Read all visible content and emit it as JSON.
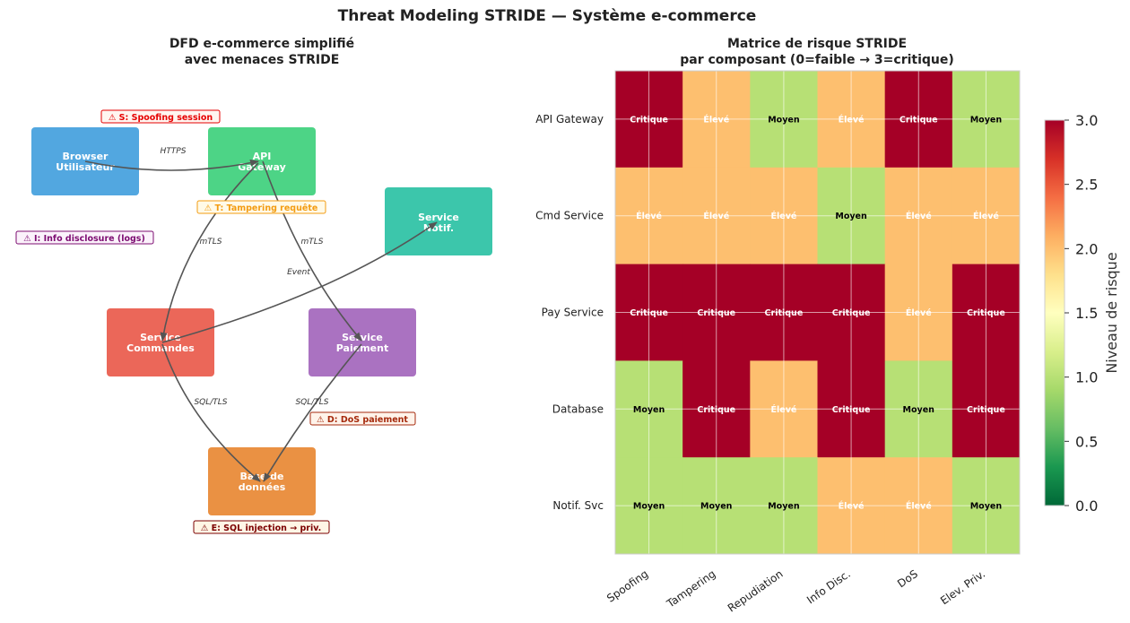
{
  "figure_title": "Threat Modeling STRIDE — Système e-commerce",
  "dfd": {
    "title_line1": "DFD e-commerce simplifié",
    "title_line2": "avec menaces STRIDE",
    "nodes": {
      "browser": {
        "line1": "Browser",
        "line2": "Utilisateur",
        "color": "#3498db"
      },
      "gateway": {
        "line1": "API",
        "line2": "Gateway",
        "color": "#2ecc71"
      },
      "notif": {
        "line1": "Service",
        "line2": "Notif.",
        "color": "#1abc9c"
      },
      "orders": {
        "line1": "Service",
        "line2": "Commandes",
        "color": "#e74c3c"
      },
      "payment": {
        "line1": "Service",
        "line2": "Paiement",
        "color": "#9b59b6"
      },
      "db": {
        "line1": "Base de",
        "line2": "données",
        "color": "#e67e22"
      }
    },
    "flows": {
      "https": "HTTPS",
      "mtls_left": "mTLS",
      "mtls_right": "mTLS",
      "event": "Event",
      "sql_left": "SQL/TLS",
      "sql_right": "SQL/TLS"
    },
    "threats": {
      "s": {
        "text": "⚠ S: Spoofing session",
        "color": "#e60000"
      },
      "t": {
        "text": "⚠ T: Tampering requête",
        "color": "#f39c12"
      },
      "i": {
        "text": "⚠ I: Info disclosure (logs)",
        "color": "#7d0d72"
      },
      "d": {
        "text": "⚠ D: DoS paiement",
        "color": "#a52a0d"
      },
      "e": {
        "text": "⚠ E: SQL injection → priv.",
        "color": "#7b0000"
      }
    }
  },
  "chart_data": {
    "type": "heatmap",
    "title_line1": "Matrice de risque STRIDE",
    "title_line2": "par composant (0=faible → 3=critique)",
    "x_categories": [
      "Spoofing",
      "Tampering",
      "Repudiation",
      "Info Disc.",
      "DoS",
      "Elev. Priv."
    ],
    "y_categories": [
      "API Gateway",
      "Cmd Service",
      "Pay Service",
      "Database",
      "Notif. Svc"
    ],
    "values": [
      [
        3,
        2,
        1,
        2,
        3,
        1
      ],
      [
        2,
        2,
        2,
        1,
        2,
        2
      ],
      [
        3,
        3,
        3,
        3,
        2,
        3
      ],
      [
        1,
        3,
        2,
        3,
        1,
        3
      ],
      [
        1,
        1,
        1,
        2,
        2,
        1
      ]
    ],
    "cell_labels": {
      "1": "Moyen",
      "2": "Élevé",
      "3": "Critique"
    },
    "colormap": "RdYlGn_r",
    "vmin": 0,
    "vmax": 3,
    "colorbar": {
      "label": "Niveau de risque",
      "ticks": [
        "0.0",
        "0.5",
        "1.0",
        "1.5",
        "2.0",
        "2.5",
        "3.0"
      ]
    },
    "grid": true
  }
}
